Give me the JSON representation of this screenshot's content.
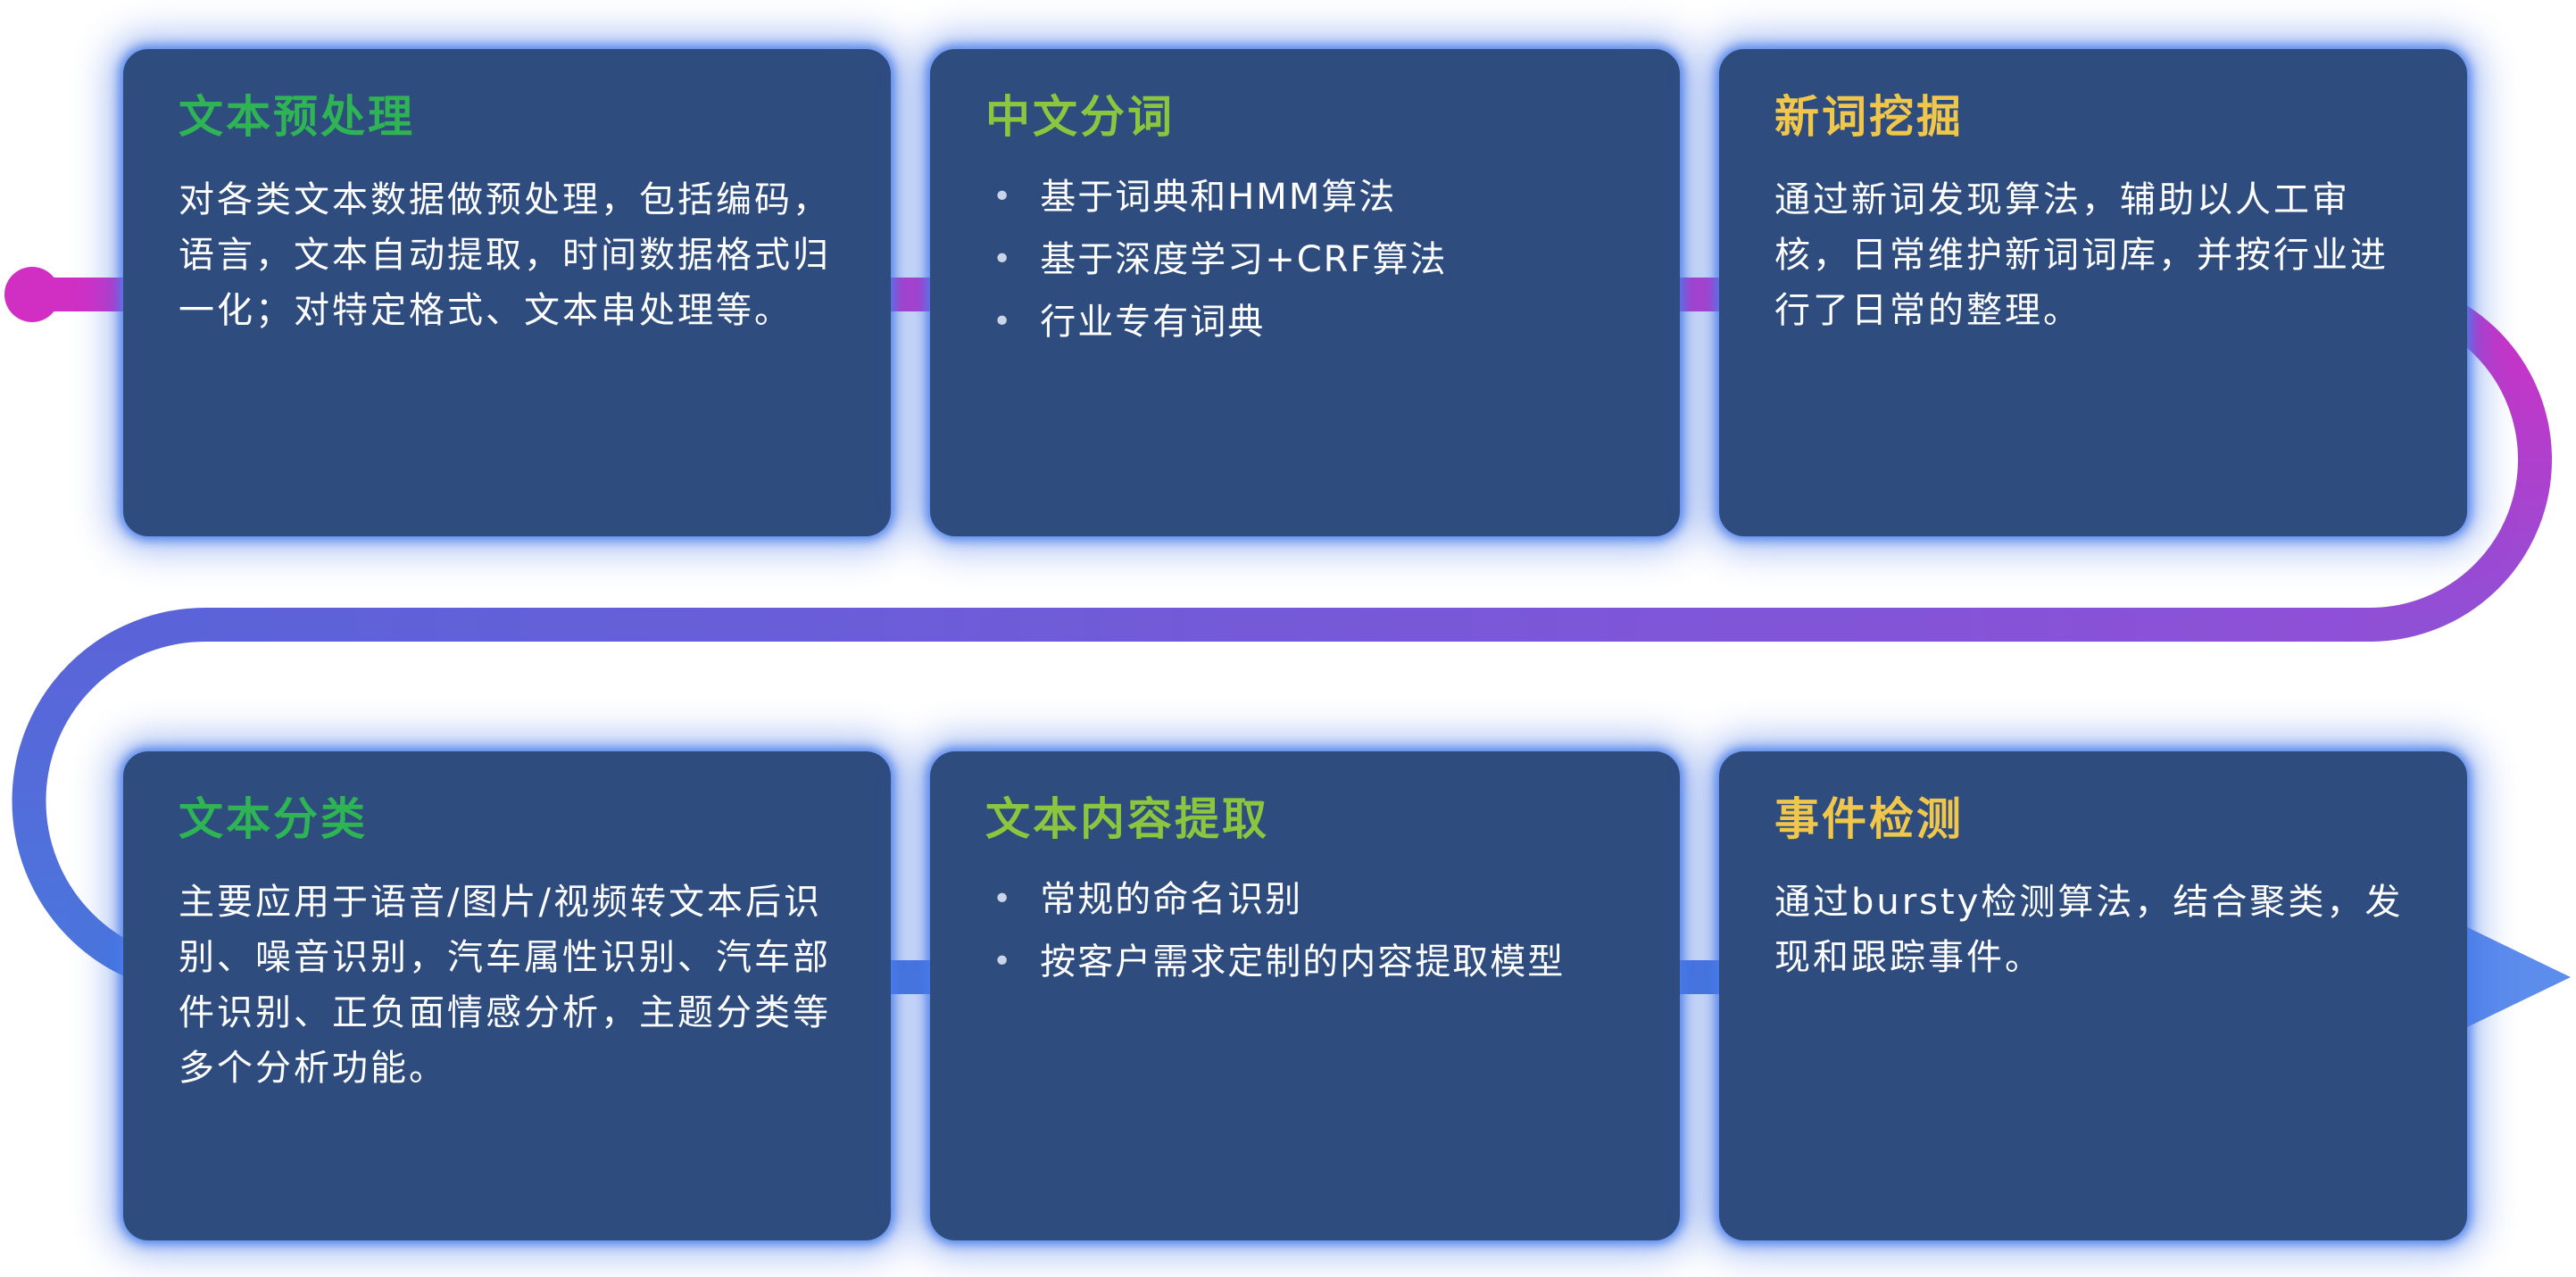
{
  "diagram_title": "NLP text processing pipeline",
  "theme": {
    "card_bg": "#2e4c7e",
    "glow_blue": "#4579e6",
    "title_green": "#2eb455",
    "title_lime": "#8cc63f",
    "title_yellow": "#f1c74b",
    "body_text": "#ffffff",
    "bullet_dot": "#c9d4e8",
    "path_magenta": "#d12fc4",
    "path_purple": "#8f50d6",
    "path_blue_violet": "#5b63d8",
    "path_blue": "#4a77dc",
    "path_arrow": "#5c8cec"
  },
  "cards": [
    {
      "title": "文本预处理",
      "body": "对各类文本数据做预处理，包括编码，语言，文本自动提取，时间数据格式归一化；对特定格式、文本串处理等。"
    },
    {
      "title": "中文分词",
      "bullets": [
        "基于词典和HMM算法",
        "基于深度学习+CRF算法",
        "行业专有词典"
      ]
    },
    {
      "title": "新词挖掘",
      "body": "通过新词发现算法，辅助以人工审核，日常维护新词词库，并按行业进行了日常的整理。"
    },
    {
      "title": "文本分类",
      "body": "主要应用于语音/图片/视频转文本后识别、噪音识别，汽车属性识别、汽车部件识别、正负面情感分析，主题分类等多个分析功能。"
    },
    {
      "title": "文本内容提取",
      "bullets": [
        "常规的命名识别",
        "按客户需求定制的内容提取模型"
      ]
    },
    {
      "title": "事件检测",
      "body": "通过bursty检测算法，结合聚类，发现和跟踪事件。"
    }
  ],
  "bullet_glyph": "•"
}
